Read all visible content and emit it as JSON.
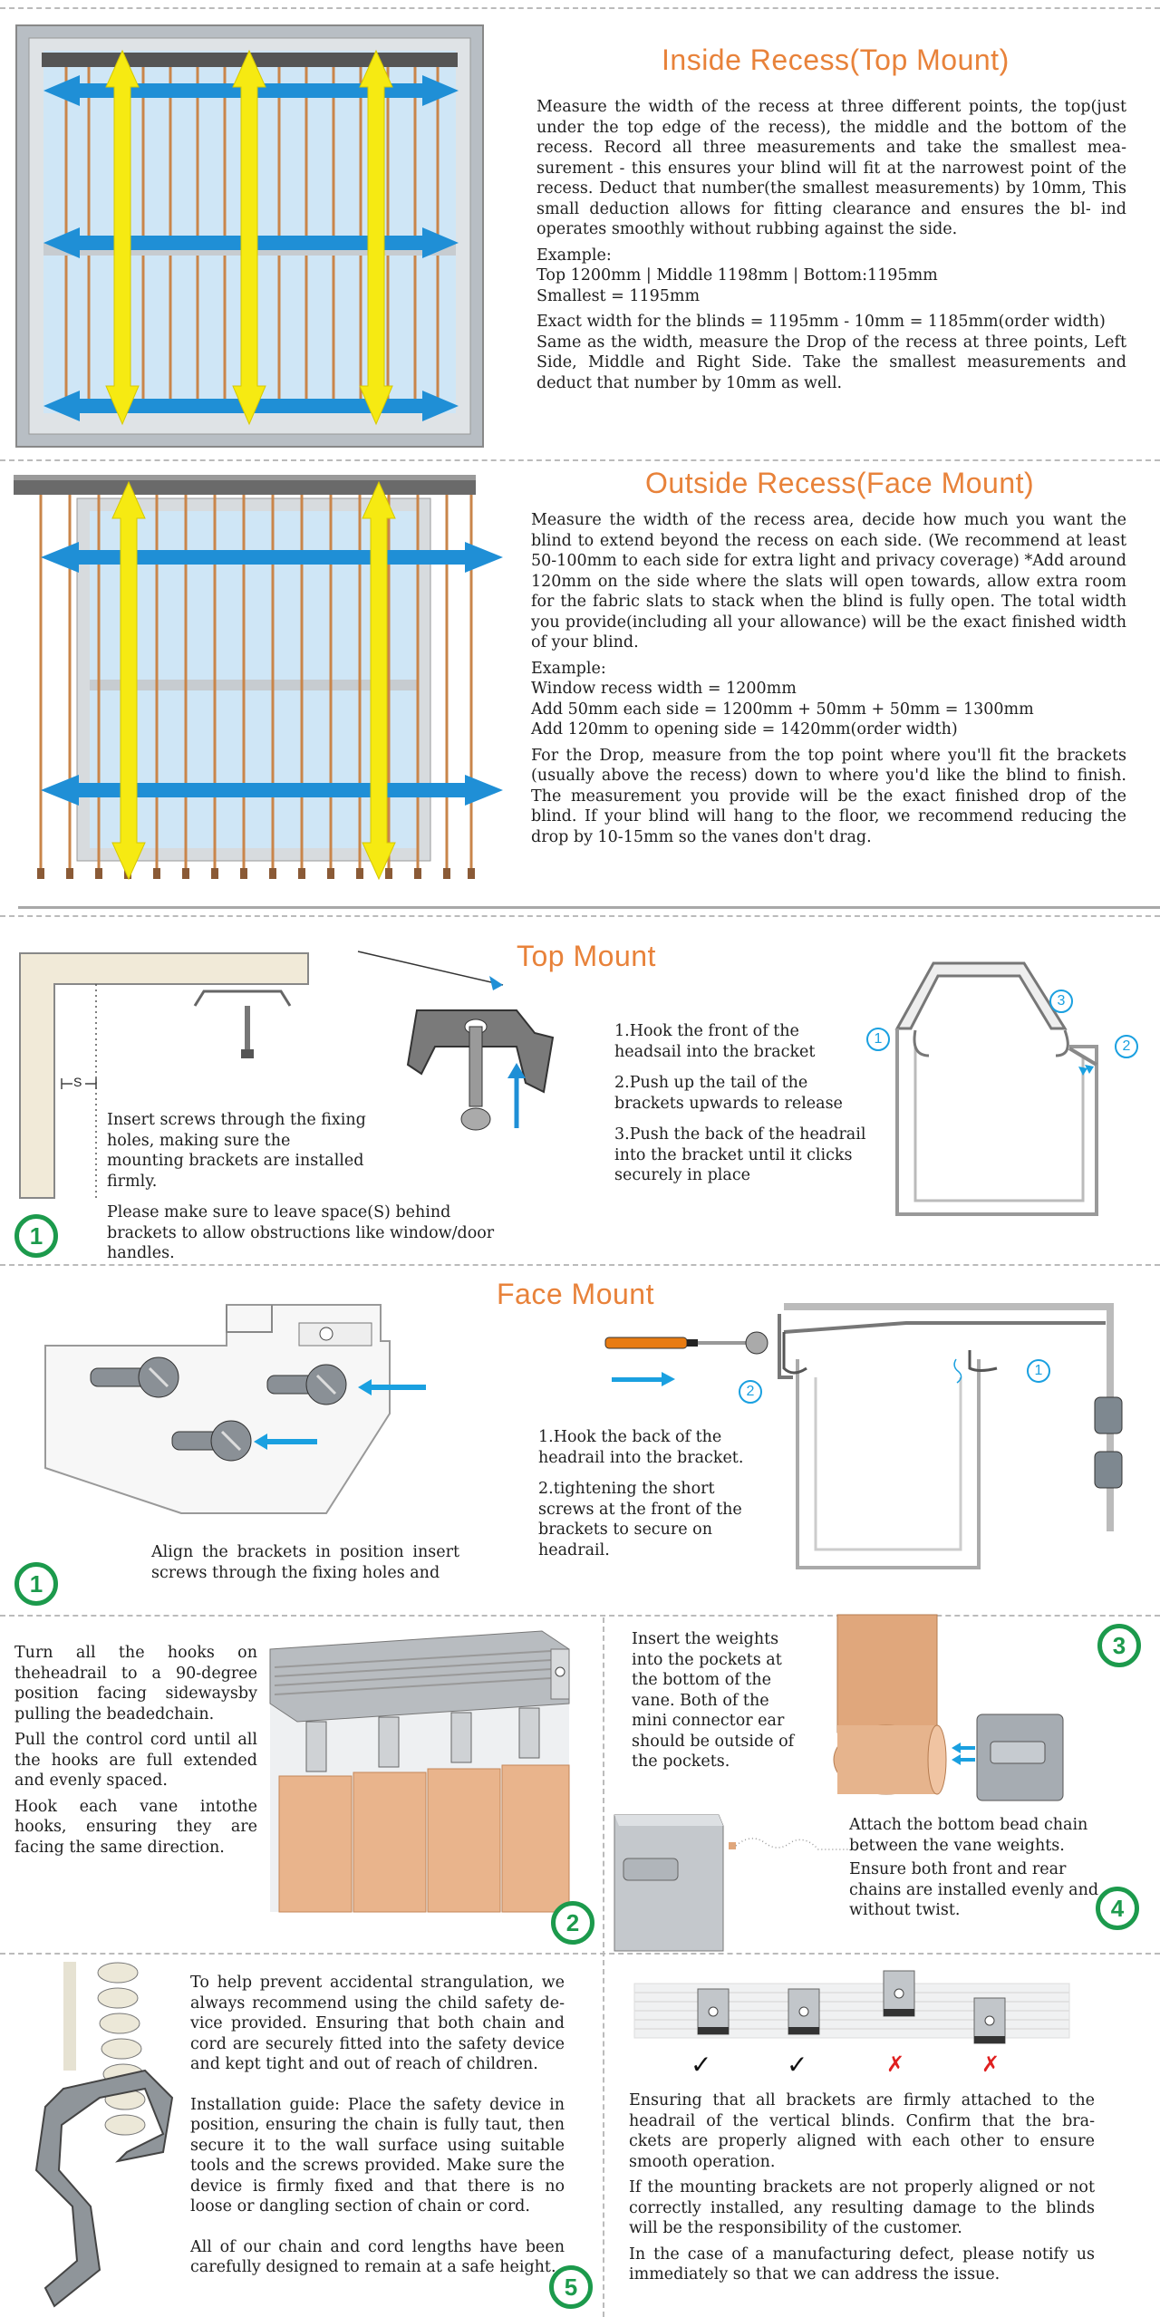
{
  "colors": {
    "title": "#e8823a",
    "badge": "#1c9a4c",
    "blue_arrow": "#1f8fd6",
    "yellow_arrow": "#f6ea12",
    "callout": "#1aa0e0",
    "vane": "#e9b48c"
  },
  "inside_recess": {
    "title": "Inside Recess(Top Mount)",
    "p1": "Measure the width of the recess at three different points, the top(just under the top edge of the recess), the middle and the bottom of the recess. Record all three measurements and take the smallest mea- surement - this ensures your blind will fit at the narrowest point of the recess. Deduct that number(the smallest measurements) by 10mm, This small deduction allows for fitting clearance and ensures the bl- ind operates smoothly without rubbing against the side.",
    "example_label": "Example:",
    "example_line1": "Top 1200mm | Middle 1198mm | Bottom:1195mm",
    "example_line2": "Smallest = 1195mm",
    "p2": "Exact width for the blinds = 1195mm - 10mm = 1185mm(order width)",
    "p3": "Same as the width, measure the Drop of the recess at three points, Left Side, Middle and Right Side. Take the smallest measurements and deduct that number by 10mm as well."
  },
  "outside_recess": {
    "title": "Outside Recess(Face Mount)",
    "p1": "Measure the width of the recess area, decide how much you want the blind to extend beyond the recess on each side. (We recommend at least 50-100mm to each side for extra light and privacy coverage) *Add around 120mm on the side where the slats will open towards, allow extra room for the fabric slats to stack when the blind is fully open. The total width you provide(including all your allowance) will be the exact finished width of your blind.",
    "example_label": "Example:",
    "example_line1": "Window recess width = 1200mm",
    "example_line2": "Add 50mm each side = 1200mm + 50mm + 50mm = 1300mm",
    "example_line3": "Add 120mm to opening side = 1420mm(order width)",
    "p2": "For the Drop, measure from the top point where you'll fit the brackets (usually above the recess) down to where you'd like the blind to finish. The measurement you provide will be the exact finished drop of the blind. If your blind will hang to the floor, we recommend reducing the drop by 10-15mm so the vanes don't drag."
  },
  "top_mount": {
    "title": "Top Mount",
    "space_label": "S",
    "caption1": "Insert screws through the fixing holes, making sure the mounting brackets are installed firmly.",
    "caption2": "Please make sure to leave space(S) behind brackets to allow obstructions like window/door handles.",
    "step1": "1.Hook the front of the headsail into the bracket",
    "step2": "2.Push up the tail of the brackets upwards to release",
    "step3": "3.Push the back of the headrail into the bracket until it clicks securely in place",
    "badge": "1",
    "callouts": [
      "1",
      "2",
      "3"
    ]
  },
  "face_mount": {
    "title": "Face Mount",
    "caption": "Align the brackets in position insert screws through the fixing holes and",
    "step1": "1.Hook the back of the headrail into the bracket.",
    "step2": "2.tightening the short screws at the front of the brackets to secure on headrail.",
    "badge": "1",
    "callouts": [
      "2",
      "1"
    ]
  },
  "hooks": {
    "p1": "Turn all the hooks on theheadrail to a 90-degree position facing sidewaysby pulling the beadedchain.",
    "p2": "Pull the control cord until all the hooks are full extended and evenly spaced.",
    "p3": "Hook each vane intothe hooks, ensuring they are facing the same direction.",
    "badge": "2"
  },
  "weights": {
    "text": "Insert the weights into the pockets at the bottom of the vane. Both of the mini connector ear should be outside of the pockets.",
    "badge": "3"
  },
  "bead_chain": {
    "p1": "Attach the bottom bead chain between the vane weights.",
    "p2": "Ensure both front and rear chains are installed evenly and without twist.",
    "badge": "4"
  },
  "safety": {
    "p1": "To help prevent accidental strangulation, we always recommend using the child safety de- vice provided. Ensuring that both chain and cord are securely fitted into the safety device and kept tight and out of reach of children.",
    "p2": "Installation guide: Place the safety device in position, ensuring the chain is fully taut, then secure it to the wall surface using suitable tools and the screws provided. Make sure the device is firmly fixed and that there is no loose or dangling section of chain or cord.",
    "p3": "All of our chain and cord lengths have been carefully designed to remain at a safe height.",
    "badge": "5"
  },
  "alignment": {
    "marks": [
      "✓",
      "✓",
      "✗",
      "✗"
    ],
    "p1": "Ensuring that all brackets are firmly attached to the headrail of the vertical blinds. Confirm that the bra- ckets are properly aligned with each other to ensure smooth operation.",
    "p2": "If the mounting brackets are not properly aligned or not correctly installed, any resulting damage to the blinds will be the responsibility of the customer.",
    "p3": "In the case of a manufacturing defect, please notify us immediately so that we can address the issue."
  }
}
